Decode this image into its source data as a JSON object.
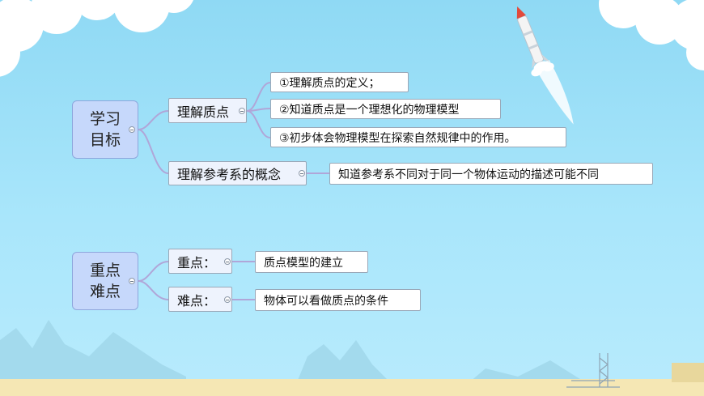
{
  "mindmap": {
    "goals": {
      "label": "学习\n目标",
      "branches": [
        {
          "label": "理解质点",
          "children": [
            "①理解质点的定义；",
            "②知道质点是一个理想化的物理模型",
            "③初步体会物理模型在探索自然规律中的作用。"
          ]
        },
        {
          "label": "理解参考系的概念",
          "children": [
            "知道参考系不同对于同一个物体运动的描述可能不同"
          ]
        }
      ]
    },
    "focus": {
      "label": "重点\n难点",
      "branches": [
        {
          "label": "重点：",
          "children": [
            "质点模型的建立"
          ]
        },
        {
          "label": "难点：",
          "children": [
            "物体可以看做质点的条件"
          ]
        }
      ]
    }
  },
  "colors": {
    "sky_top": "#8fd9f4",
    "sky_bottom": "#b8ebfd",
    "root_fill": "#c6d8fb",
    "connector": "#b0a6d8",
    "ground": "#f5e7b4"
  },
  "icons": [
    "cloud-icon",
    "rocket-icon",
    "launch-tower-icon",
    "collapse-icon"
  ]
}
